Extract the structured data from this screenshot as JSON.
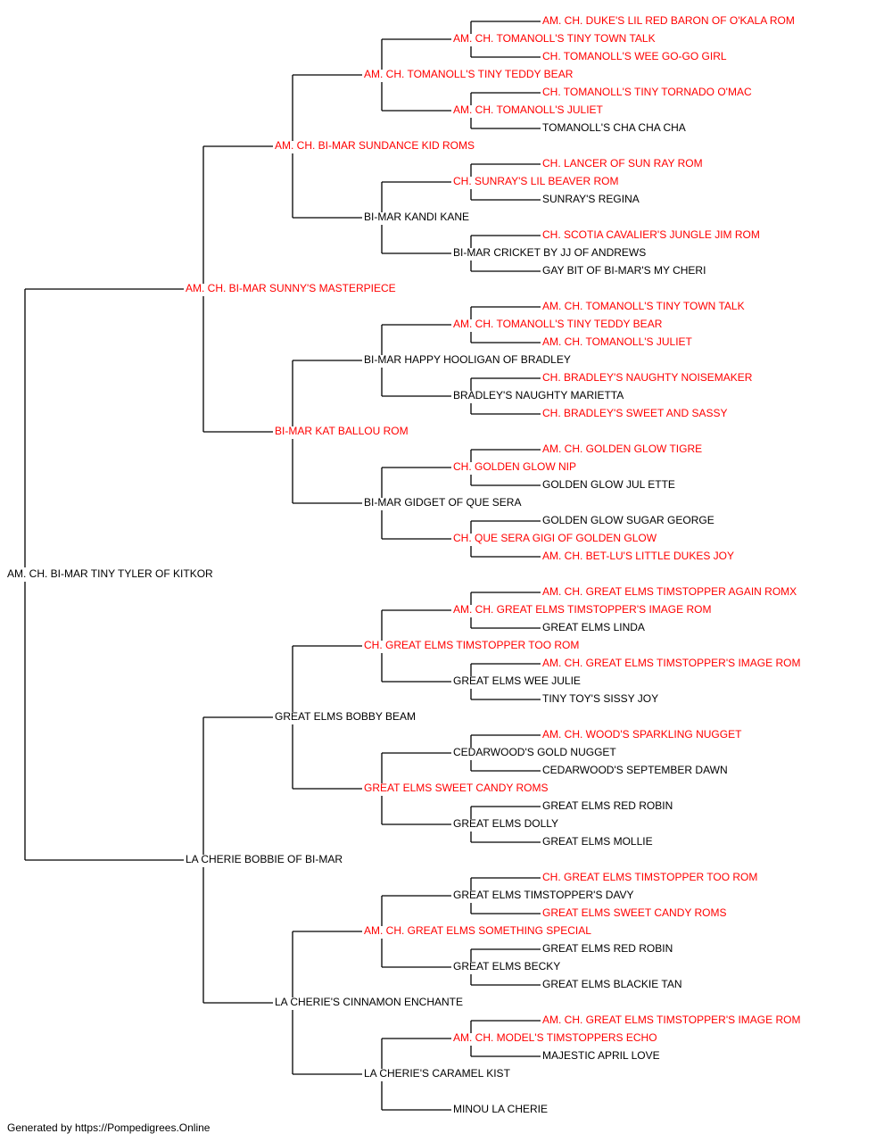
{
  "colors": {
    "champion": "#ff0000",
    "regular": "#000000",
    "line": "#000000"
  },
  "pedigree": {
    "subject": "AM. CH. BI-MAR TINY TYLER OF KITKOR",
    "sire": {
      "name": "AM. CH. BI-MAR SUNNY'S MASTERPIECE",
      "champion": true,
      "sire": {
        "name": "AM. CH. BI-MAR SUNDANCE KID ROMS",
        "champion": true,
        "sire": {
          "name": "AM. CH. TOMANOLL'S TINY TEDDY BEAR",
          "champion": true,
          "sire": {
            "name": "AM. CH. TOMANOLL'S TINY TOWN TALK",
            "champion": true,
            "sire": {
              "name": "AM. CH. DUKE'S LIL RED BARON OF O'KALA ROM",
              "champion": true
            },
            "dam": {
              "name": "CH. TOMANOLL'S WEE GO-GO GIRL",
              "champion": true
            }
          },
          "dam": {
            "name": "AM. CH. TOMANOLL'S JULIET",
            "champion": true,
            "sire": {
              "name": "CH. TOMANOLL'S TINY TORNADO O'MAC",
              "champion": true
            },
            "dam": {
              "name": "TOMANOLL'S CHA CHA CHA",
              "champion": false
            }
          }
        },
        "dam": {
          "name": "BI-MAR KANDI KANE",
          "champion": false,
          "sire": {
            "name": "CH. SUNRAY'S LIL BEAVER ROM",
            "champion": true,
            "sire": {
              "name": "CH. LANCER OF SUN RAY ROM",
              "champion": true
            },
            "dam": {
              "name": "SUNRAY'S REGINA",
              "champion": false
            }
          },
          "dam": {
            "name": "BI-MAR CRICKET BY JJ OF ANDREWS",
            "champion": false,
            "sire": {
              "name": "CH. SCOTIA CAVALIER'S JUNGLE JIM ROM",
              "champion": true
            },
            "dam": {
              "name": "GAY BIT OF BI-MAR'S MY CHERI",
              "champion": false
            }
          }
        }
      },
      "dam": {
        "name": "BI-MAR KAT BALLOU ROM",
        "champion": true,
        "sire": {
          "name": "BI-MAR HAPPY HOOLIGAN OF BRADLEY",
          "champion": false,
          "sire": {
            "name": "AM. CH. TOMANOLL'S TINY TEDDY BEAR",
            "champion": true,
            "sire": {
              "name": "AM. CH. TOMANOLL'S TINY TOWN TALK",
              "champion": true
            },
            "dam": {
              "name": "AM. CH. TOMANOLL'S JULIET",
              "champion": true
            }
          },
          "dam": {
            "name": "BRADLEY'S NAUGHTY MARIETTA",
            "champion": false,
            "sire": {
              "name": "CH. BRADLEY'S NAUGHTY NOISEMAKER",
              "champion": true
            },
            "dam": {
              "name": "CH. BRADLEY'S SWEET AND SASSY",
              "champion": true
            }
          }
        },
        "dam": {
          "name": "BI-MAR GIDGET OF QUE SERA",
          "champion": false,
          "sire": {
            "name": "CH. GOLDEN GLOW NIP",
            "champion": true,
            "sire": {
              "name": "AM. CH. GOLDEN GLOW TIGRE",
              "champion": true
            },
            "dam": {
              "name": "GOLDEN GLOW JUL ETTE",
              "champion": false
            }
          },
          "dam": {
            "name": "CH. QUE SERA GIGI OF GOLDEN GLOW",
            "champion": true,
            "sire": {
              "name": "GOLDEN GLOW SUGAR GEORGE",
              "champion": false
            },
            "dam": {
              "name": "AM. CH. BET-LU'S LITTLE DUKES JOY",
              "champion": true
            }
          }
        }
      }
    },
    "dam": {
      "name": "LA CHERIE BOBBIE OF BI-MAR",
      "champion": false,
      "sire": {
        "name": "GREAT ELMS BOBBY BEAM",
        "champion": false,
        "sire": {
          "name": "CH. GREAT ELMS TIMSTOPPER TOO ROM",
          "champion": true,
          "sire": {
            "name": "AM. CH. GREAT ELMS TIMSTOPPER'S IMAGE ROM",
            "champion": true,
            "sire": {
              "name": "AM. CH. GREAT ELMS TIMSTOPPER AGAIN ROMX",
              "champion": true
            },
            "dam": {
              "name": "GREAT ELMS LINDA",
              "champion": false
            }
          },
          "dam": {
            "name": "GREAT ELMS WEE JULIE",
            "champion": false,
            "sire": {
              "name": "AM. CH. GREAT ELMS TIMSTOPPER'S IMAGE ROM",
              "champion": true
            },
            "dam": {
              "name": "TINY TOY'S SISSY JOY",
              "champion": false
            }
          }
        },
        "dam": {
          "name": "GREAT ELMS SWEET CANDY ROMS",
          "champion": true,
          "sire": {
            "name": "CEDARWOOD'S GOLD NUGGET",
            "champion": false,
            "sire": {
              "name": "AM. CH. WOOD'S SPARKLING NUGGET",
              "champion": true
            },
            "dam": {
              "name": "CEDARWOOD'S SEPTEMBER DAWN",
              "champion": false
            }
          },
          "dam": {
            "name": "GREAT ELMS DOLLY",
            "champion": false,
            "sire": {
              "name": "GREAT ELMS RED ROBIN",
              "champion": false
            },
            "dam": {
              "name": "GREAT ELMS MOLLIE",
              "champion": false
            }
          }
        }
      },
      "dam": {
        "name": "LA CHERIE'S CINNAMON ENCHANTE",
        "champion": false,
        "sire": {
          "name": "AM. CH. GREAT ELMS SOMETHING SPECIAL",
          "champion": true,
          "sire": {
            "name": "GREAT ELMS TIMSTOPPER'S DAVY",
            "champion": false,
            "sire": {
              "name": "CH. GREAT ELMS TIMSTOPPER TOO ROM",
              "champion": true
            },
            "dam": {
              "name": "GREAT ELMS SWEET CANDY ROMS",
              "champion": true
            }
          },
          "dam": {
            "name": "GREAT ELMS BECKY",
            "champion": false,
            "sire": {
              "name": "GREAT ELMS RED ROBIN",
              "champion": false
            },
            "dam": {
              "name": "GREAT ELMS BLACKIE TAN",
              "champion": false
            }
          }
        },
        "dam": {
          "name": "LA CHERIE'S CARAMEL KIST",
          "champion": false,
          "sire": {
            "name": "AM. CH. MODEL'S TIMSTOPPERS ECHO",
            "champion": true,
            "sire": {
              "name": "AM. CH. GREAT ELMS TIMSTOPPER'S IMAGE ROM",
              "champion": true
            },
            "dam": {
              "name": "MAJESTIC APRIL LOVE",
              "champion": false
            }
          },
          "dam": {
            "name": "MINOU LA CHERIE",
            "champion": false
          }
        }
      }
    }
  },
  "footer": {
    "text": "Generated by https://Pompedigrees.Online"
  }
}
